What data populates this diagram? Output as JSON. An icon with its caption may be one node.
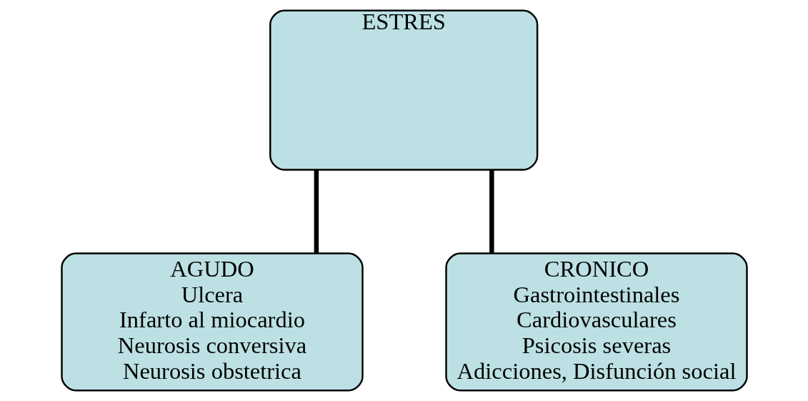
{
  "diagram": {
    "nodes": [
      {
        "text": [
          "ESTRES"
        ]
      },
      {
        "text": [
          "AGUDO",
          "Ulcera",
          "Infarto al miocardio",
          "Neurosis conversiva",
          "Neurosis obstetrica"
        ]
      },
      {
        "text": [
          "CRONICO",
          "Gastrointestinales",
          "Cardiovasculares",
          "Psicosis severas",
          "Adicciones, Disfunción social"
        ]
      }
    ],
    "edges": [
      {
        "from": 0,
        "to": 1,
        "arrow": "none"
      },
      {
        "from": 0,
        "to": 2,
        "arrow": "none"
      }
    ]
  }
}
